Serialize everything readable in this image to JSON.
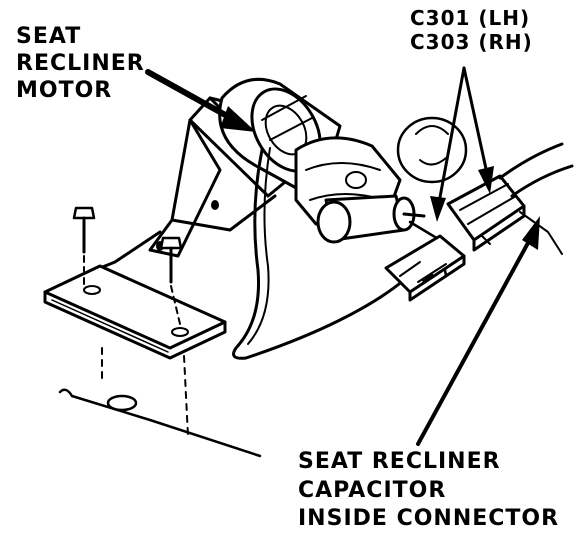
{
  "labels": {
    "motor": [
      "SEAT",
      "RECLINER",
      "MOTOR"
    ],
    "connector": [
      "C301 (LH)",
      "C303 (RH)"
    ],
    "capacitor": [
      "SEAT RECLINER",
      "CAPACITOR",
      "INSIDE CONNECTOR"
    ]
  },
  "colors": {
    "ink": "#000000",
    "paper": "#ffffff"
  }
}
